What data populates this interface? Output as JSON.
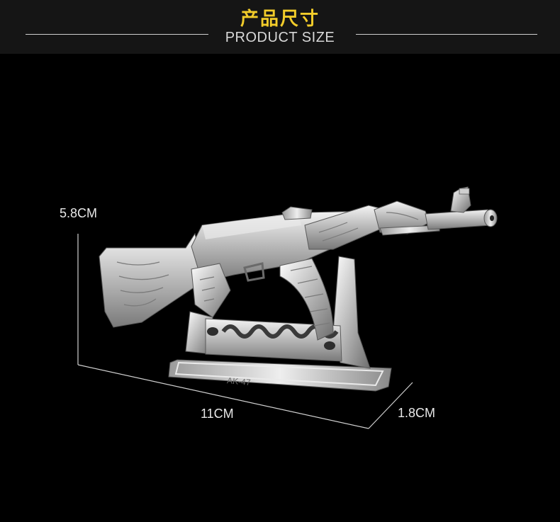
{
  "header": {
    "title_cn": "产品尺寸",
    "title_en": "PRODUCT SIZE"
  },
  "dimensions": {
    "height": "5.8CM",
    "length": "11CM",
    "depth": "1.8CM"
  },
  "product": {
    "image_label": "AK-47 metal model rifle on display stand",
    "stand_engraving": "AK-47"
  },
  "colors": {
    "accent_yellow": "#f2cc2a",
    "background": "#000000",
    "header_background": "#151515",
    "metal": "#c8c8c8"
  }
}
